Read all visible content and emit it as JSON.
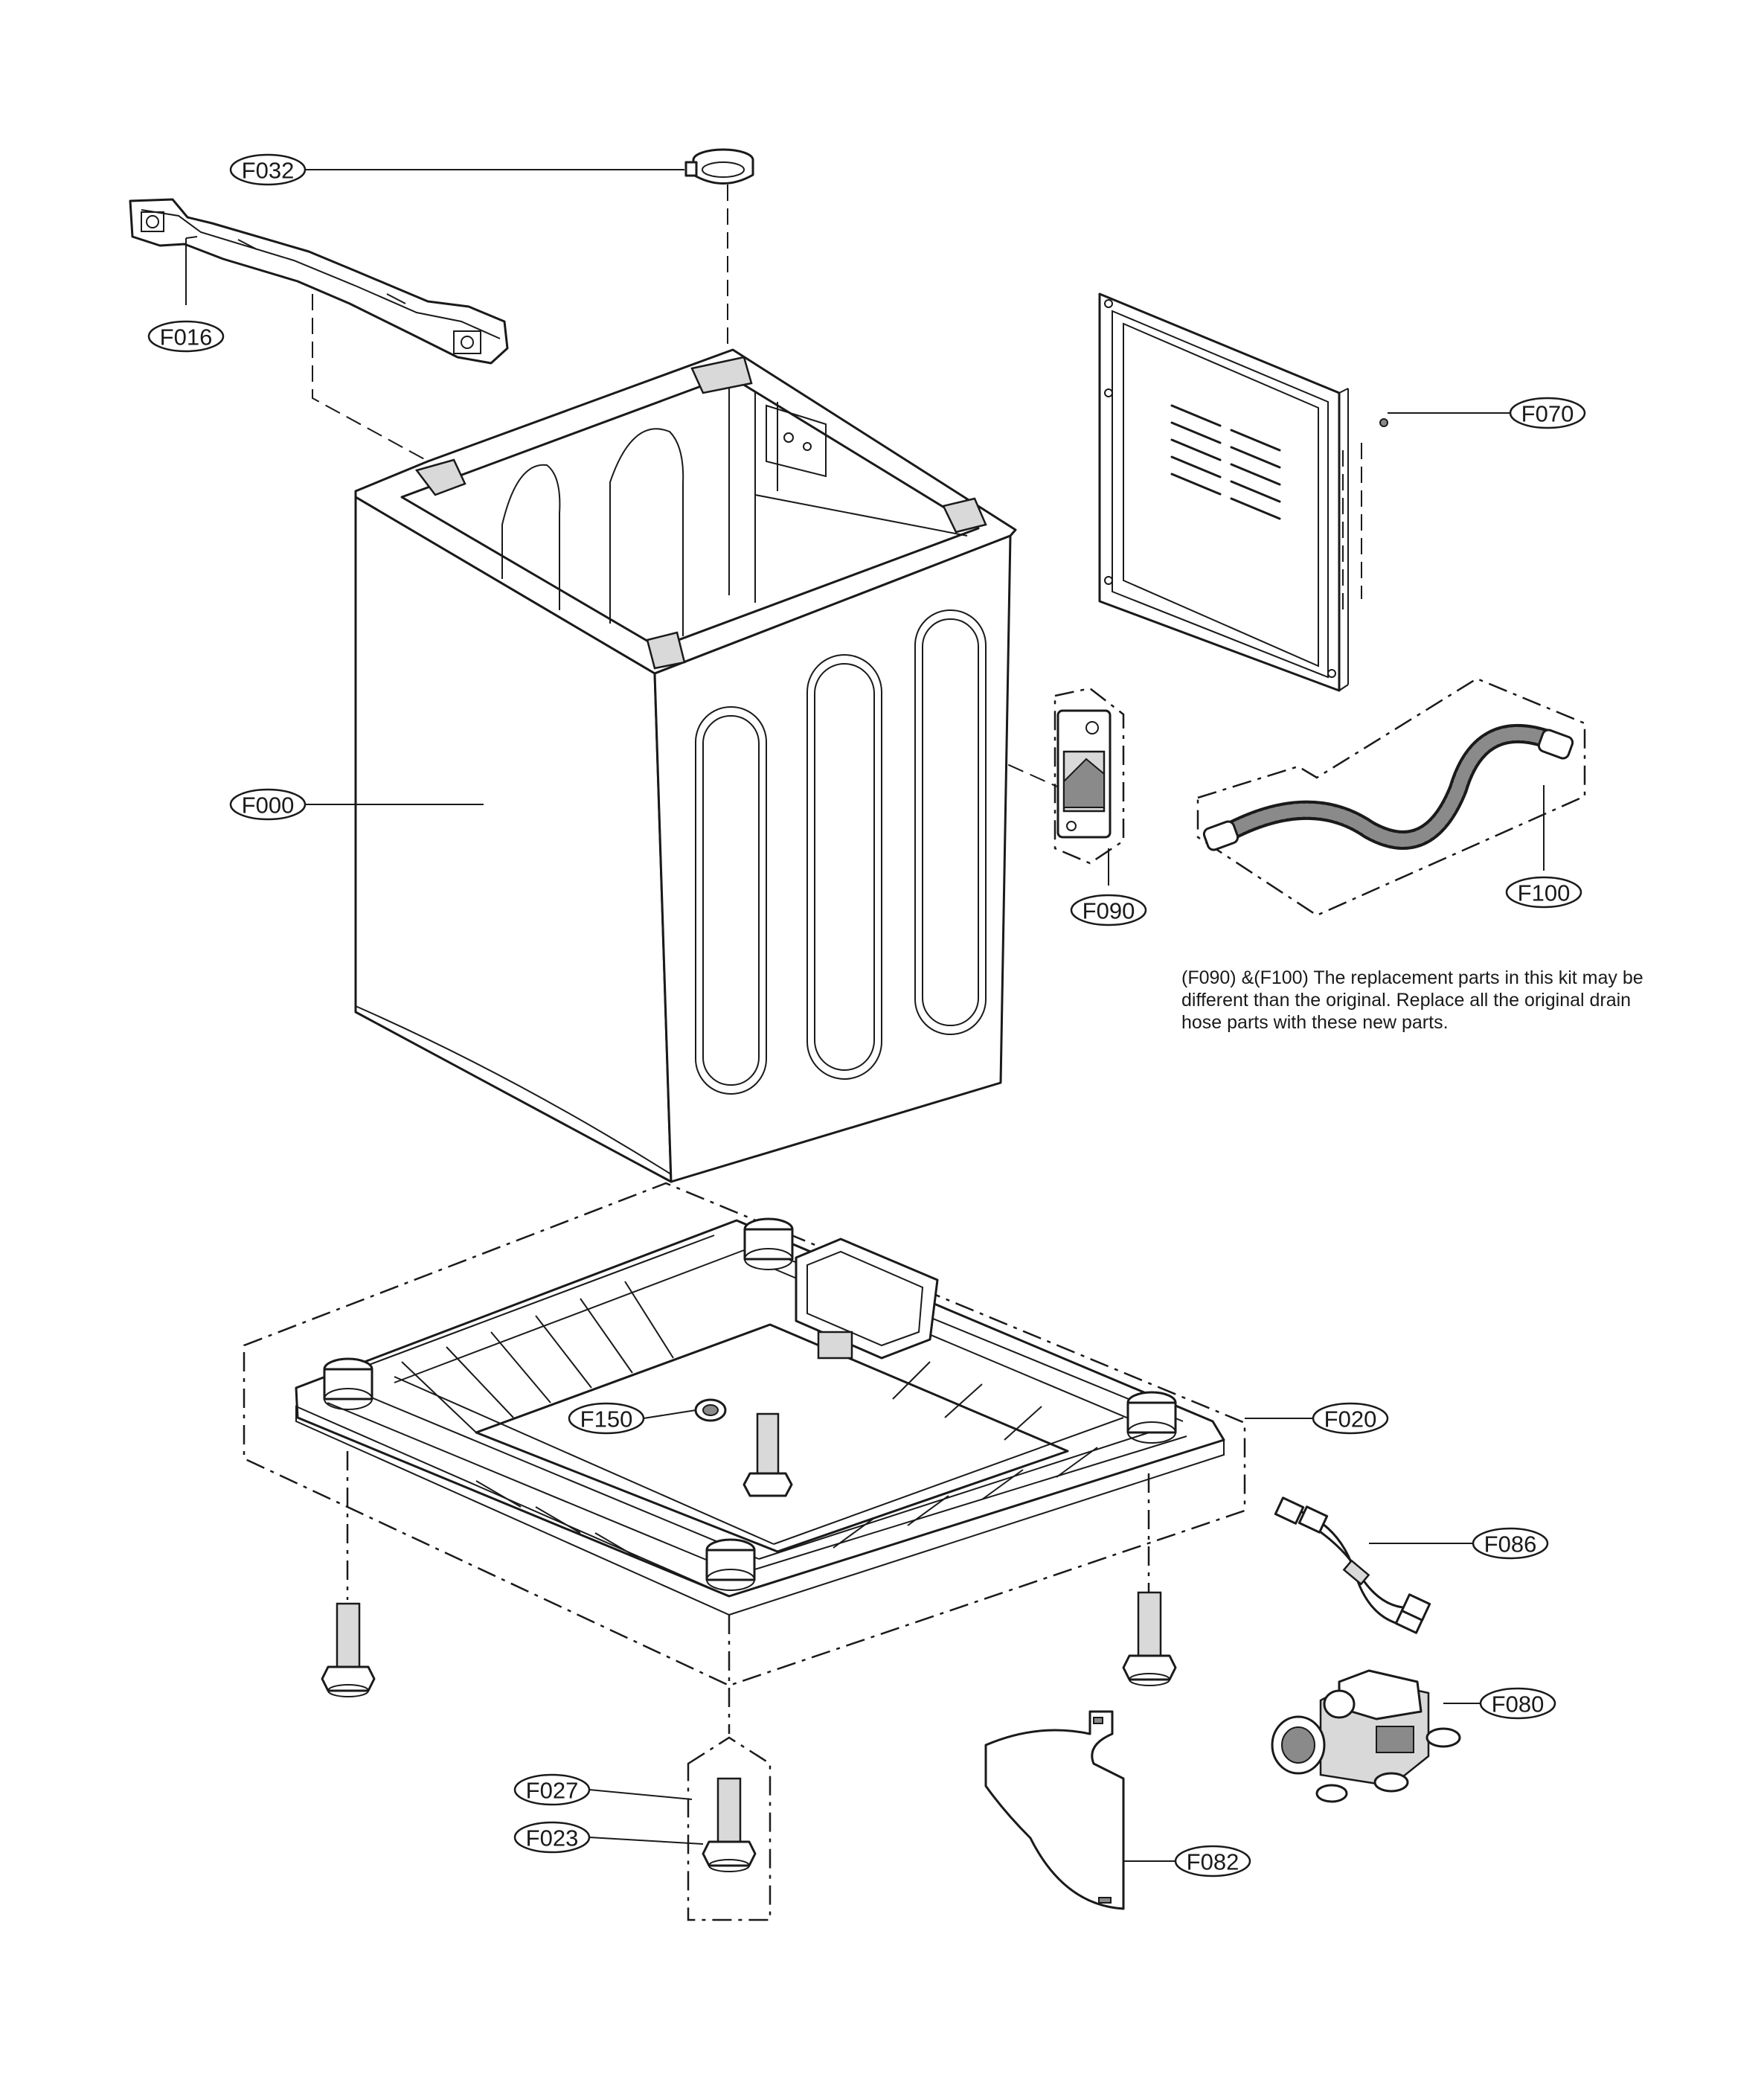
{
  "callouts": {
    "f032": "F032",
    "f016": "F016",
    "f070": "F070",
    "f000": "F000",
    "f090": "F090",
    "f100": "F100",
    "f150": "F150",
    "f020": "F020",
    "f086": "F086",
    "f080": "F080",
    "f027": "F027",
    "f023": "F023",
    "f082": "F082"
  },
  "note": {
    "line1": "(F090) &(F100) The replacement parts in this kit may be",
    "line2": "different than the original. Replace all the original drain",
    "line3": "hose parts with these new parts."
  }
}
